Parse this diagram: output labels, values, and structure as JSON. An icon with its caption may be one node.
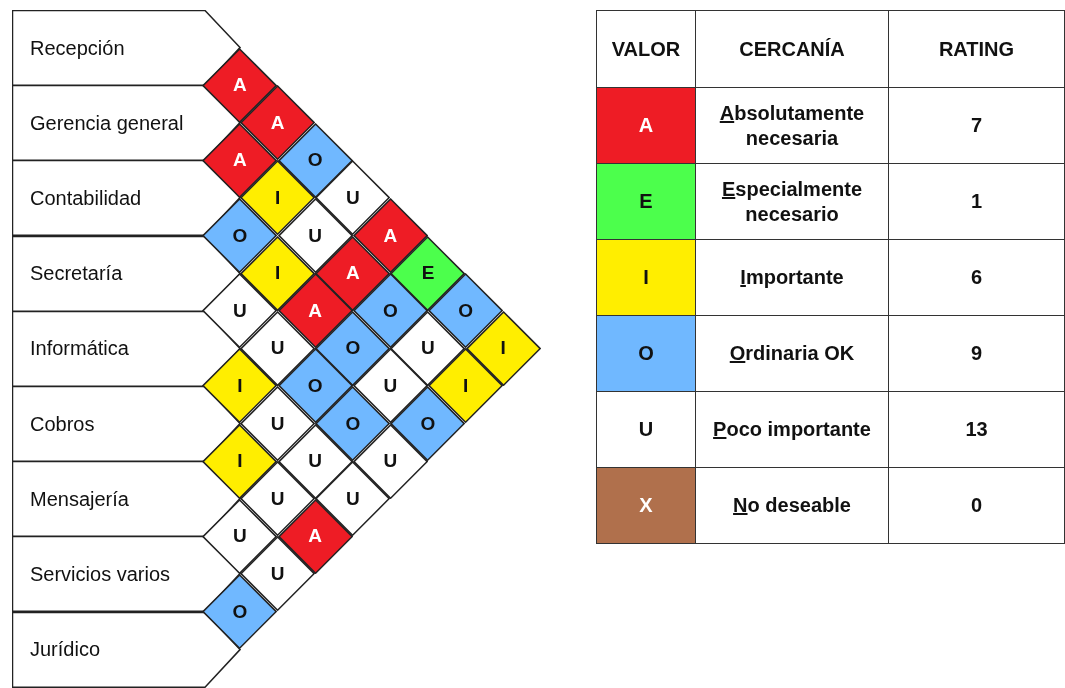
{
  "diagram": {
    "nodes": [
      {
        "text": [
          "Recepción"
        ]
      },
      {
        "text": [
          "Gerencia general"
        ]
      },
      {
        "text": [
          "Contabilidad"
        ]
      },
      {
        "text": [
          "Secretaría"
        ]
      },
      {
        "text": [
          "Informática"
        ]
      },
      {
        "text": [
          "Cobros"
        ]
      },
      {
        "text": [
          "Mensajería"
        ]
      },
      {
        "text": [
          "Servicios varios"
        ]
      },
      {
        "text": [
          "Jurídico"
        ]
      },
      {
        "text": [
          "A"
        ]
      },
      {
        "text": [
          "A"
        ]
      },
      {
        "text": [
          "A"
        ]
      },
      {
        "text": [
          "O"
        ]
      },
      {
        "text": [
          "I"
        ]
      },
      {
        "text": [
          "U"
        ]
      },
      {
        "text": [
          "O"
        ]
      },
      {
        "text": [
          "U"
        ]
      },
      {
        "text": [
          "A"
        ]
      },
      {
        "text": [
          "I"
        ]
      },
      {
        "text": [
          "A"
        ]
      },
      {
        "text": [
          "E"
        ]
      },
      {
        "text": [
          "U"
        ]
      },
      {
        "text": [
          "A"
        ]
      },
      {
        "text": [
          "O"
        ]
      },
      {
        "text": [
          "O"
        ]
      },
      {
        "text": [
          "U"
        ]
      },
      {
        "text": [
          "O"
        ]
      },
      {
        "text": [
          "U"
        ]
      },
      {
        "text": [
          "I"
        ]
      },
      {
        "text": [
          "I"
        ]
      },
      {
        "text": [
          "O"
        ]
      },
      {
        "text": [
          "U"
        ]
      },
      {
        "text": [
          "I"
        ]
      },
      {
        "text": [
          "U"
        ]
      },
      {
        "text": [
          "O"
        ]
      },
      {
        "text": [
          "O"
        ]
      },
      {
        "text": [
          "I"
        ]
      },
      {
        "text": [
          "U"
        ]
      },
      {
        "text": [
          "U"
        ]
      },
      {
        "text": [
          "U"
        ]
      },
      {
        "text": [
          "U"
        ]
      },
      {
        "text": [
          "U"
        ]
      },
      {
        "text": [
          "A"
        ]
      },
      {
        "text": [
          "U"
        ]
      },
      {
        "text": [
          "O"
        ]
      }
    ],
    "edges": [],
    "labels": [
      "VALOR",
      "CERCANÍA",
      "RATING",
      "A",
      "Absolutamente necesaria",
      "7",
      "E",
      "Especialmente necesario",
      "1",
      "I",
      "Importante",
      "6",
      "O",
      "Ordinaria OK",
      "9",
      "U",
      "Poco importante",
      "13",
      "X",
      "No deseable",
      "0"
    ]
  }
}
